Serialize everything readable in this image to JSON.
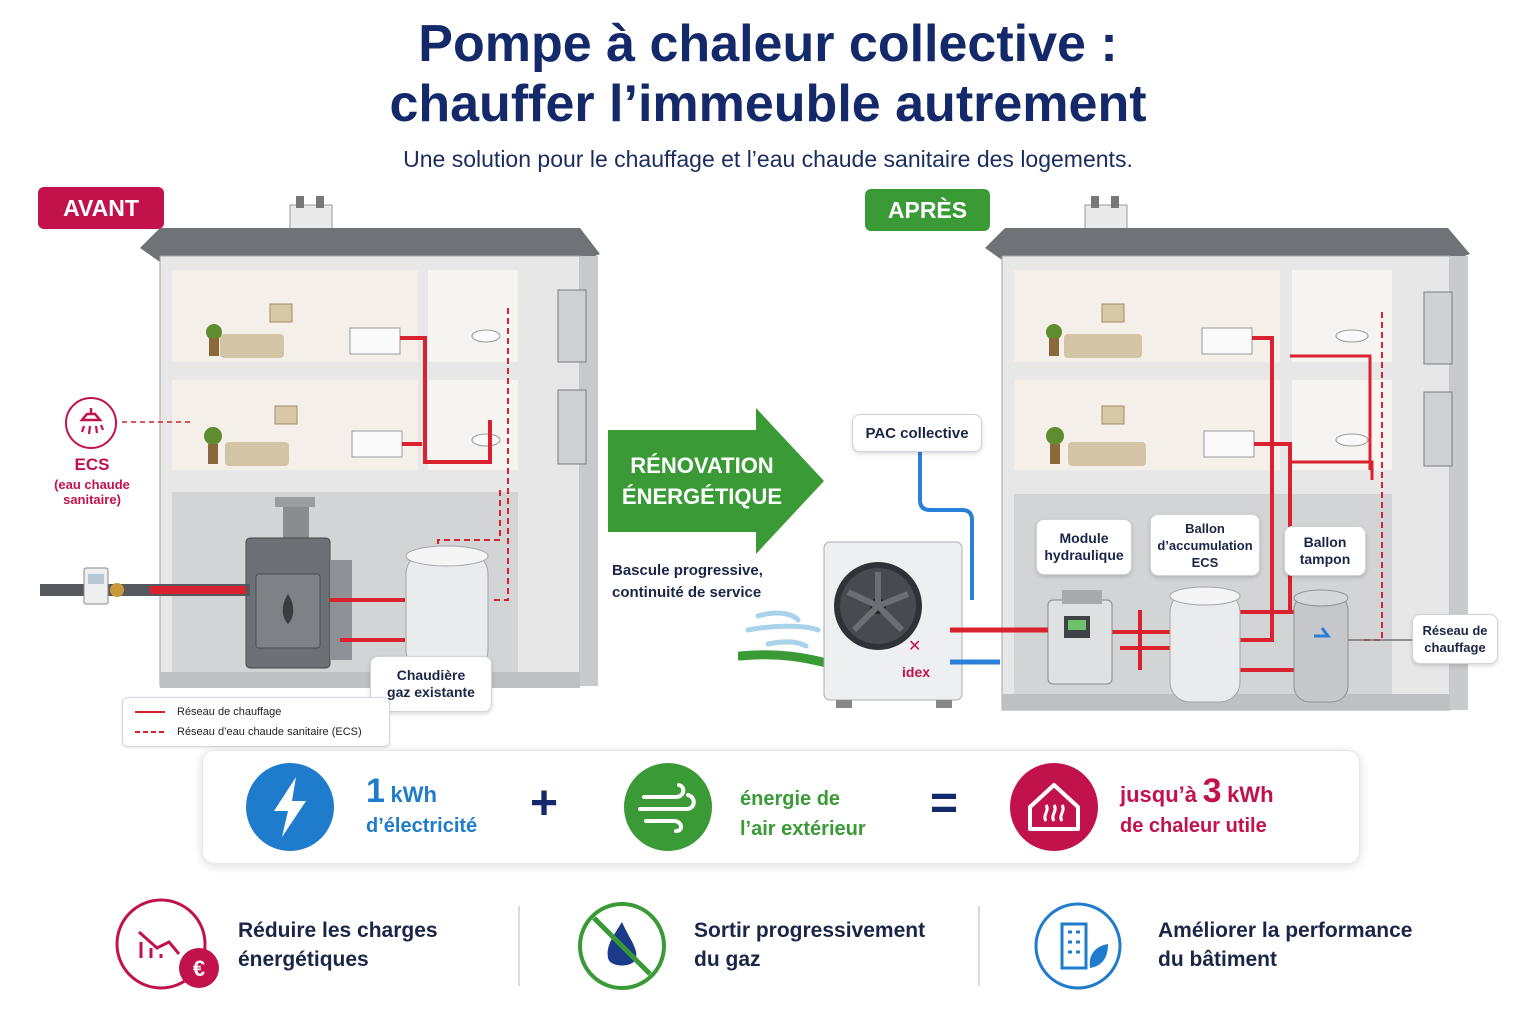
{
  "header": {
    "title_line1": "Pompe à chaleur collective :",
    "title_line2": "chauffer l’immeuble autrement",
    "subtitle": "Une solution pour le chauffage et l’eau chaude sanitaire des logements."
  },
  "before": {
    "tag": "AVANT",
    "ecs_title": "ECS",
    "ecs_sub1": "(eau chaude",
    "ecs_sub2": "sanitaire)",
    "boiler_label1": "Chaudière",
    "boiler_label2": "gaz existante",
    "legend_heating": "Réseau de chauffage",
    "legend_ecs": "Réseau d’eau chaude sanitaire (ECS)"
  },
  "transition": {
    "arrow_line1": "RÉNOVATION",
    "arrow_line2": "ÉNERGÉTIQUE",
    "note_line1": "Bascule progressive,",
    "note_line2": "continuité de service"
  },
  "after": {
    "tag": "APRÈS",
    "pac_label": "PAC collective",
    "unit_brand": "idex",
    "module_label1": "Module",
    "module_label2": "hydraulique",
    "ballon_ecs1": "Ballon",
    "ballon_ecs2": "d’accumulation",
    "ballon_ecs3": "ECS",
    "ballon_tampon1": "Ballon",
    "ballon_tampon2": "tampon",
    "reseau1": "Réseau de",
    "reseau2": "chauffage"
  },
  "equation": {
    "elec_value": "1",
    "elec_unit": "kWh",
    "elec_label": "d’électricité",
    "plus": "+",
    "air_line1": "énergie de",
    "air_line2": "l’air extérieur",
    "equals": "=",
    "heat_prefix": "jusqu’à",
    "heat_value": "3",
    "heat_unit": "kWh",
    "heat_label": "de chaleur utile"
  },
  "benefits": [
    {
      "line1": "Réduire les charges",
      "line2": "énergétiques"
    },
    {
      "line1": "Sortir progressivement",
      "line2": "du gaz"
    },
    {
      "line1": "Améliorer la performance",
      "line2": "du bâtiment"
    }
  ],
  "colors": {
    "navy": "#13296a",
    "crimson": "#c2124b",
    "green": "#3a9a36",
    "blue": "#1f7ccc",
    "pipe_red": "#d9212f",
    "pipe_blue": "#2a80d8"
  }
}
